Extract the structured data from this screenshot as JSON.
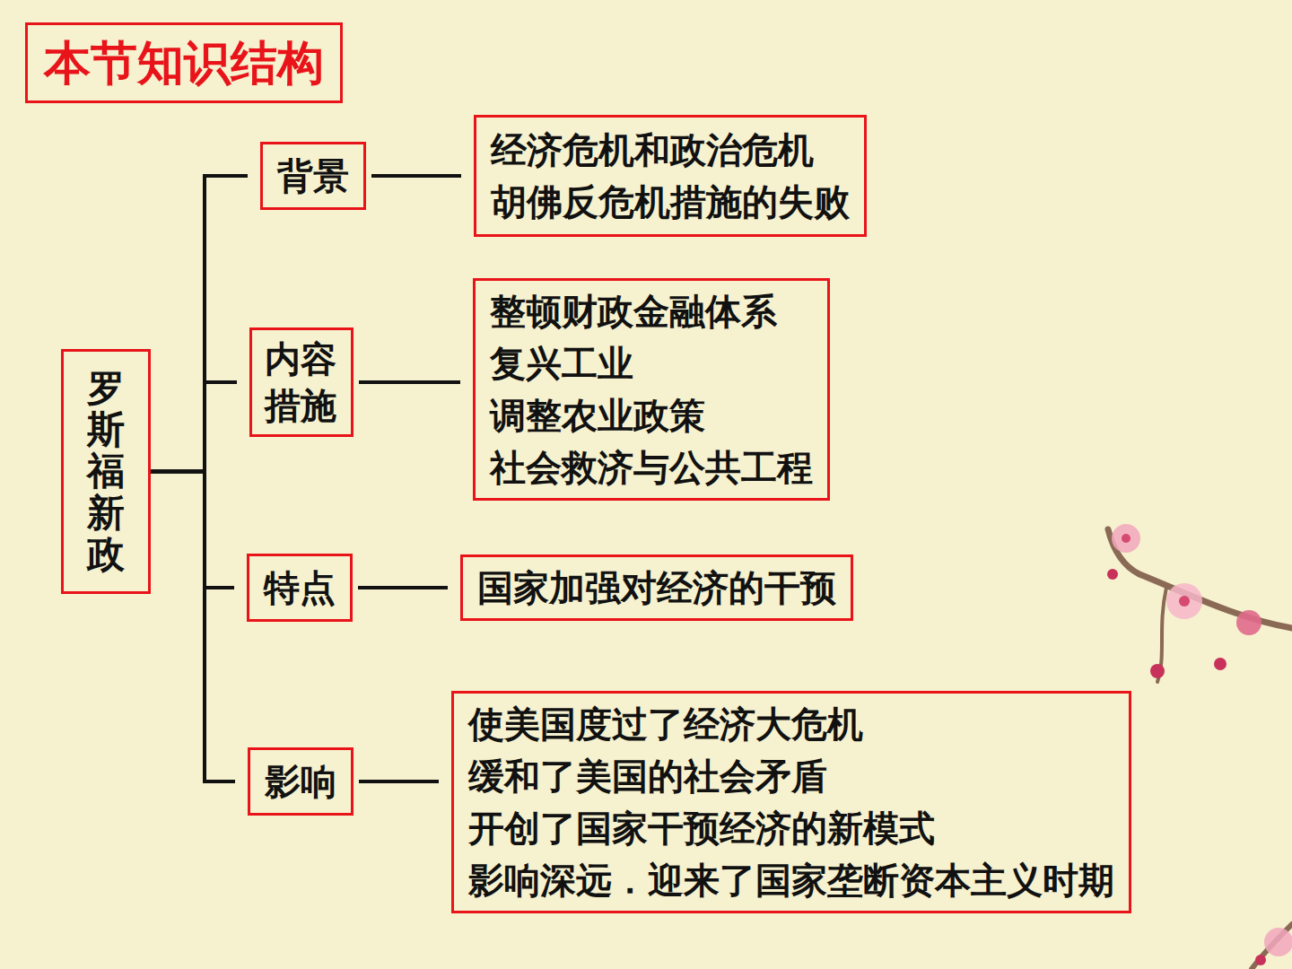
{
  "diagram": {
    "title": "本节知识结构",
    "nodes": [
      {
        "text": [
          "罗斯福新政"
        ]
      },
      {
        "text": [
          "背景"
        ]
      },
      {
        "text": [
          "经济危机和政治危机",
          "胡佛反危机措施的失败"
        ]
      },
      {
        "text": [
          "内容 措施"
        ]
      },
      {
        "text": [
          "整顿财政金融体系",
          "复兴工业",
          "调整农业政策",
          "社会救济与公共工程"
        ]
      },
      {
        "text": [
          "特点"
        ]
      },
      {
        "text": [
          "国家加强对经济的干预"
        ]
      },
      {
        "text": [
          "影响"
        ]
      },
      {
        "text": [
          "使美国度过了经济大危机",
          "缓和了美国的社会矛盾",
          "开创了国家干预经济的新模式",
          "影响深远．迎来了国家垄断资本主义时期"
        ]
      }
    ],
    "edges": [
      {
        "from": 0,
        "to": 1,
        "arrow": "none"
      },
      {
        "from": 0,
        "to": 3,
        "arrow": "none"
      },
      {
        "from": 0,
        "to": 5,
        "arrow": "none"
      },
      {
        "from": 0,
        "to": 7,
        "arrow": "none"
      },
      {
        "from": 1,
        "to": 2,
        "arrow": "none"
      },
      {
        "from": 3,
        "to": 4,
        "arrow": "none"
      },
      {
        "from": 5,
        "to": 6,
        "arrow": "none"
      },
      {
        "from": 7,
        "to": 8,
        "arrow": "none"
      }
    ]
  }
}
